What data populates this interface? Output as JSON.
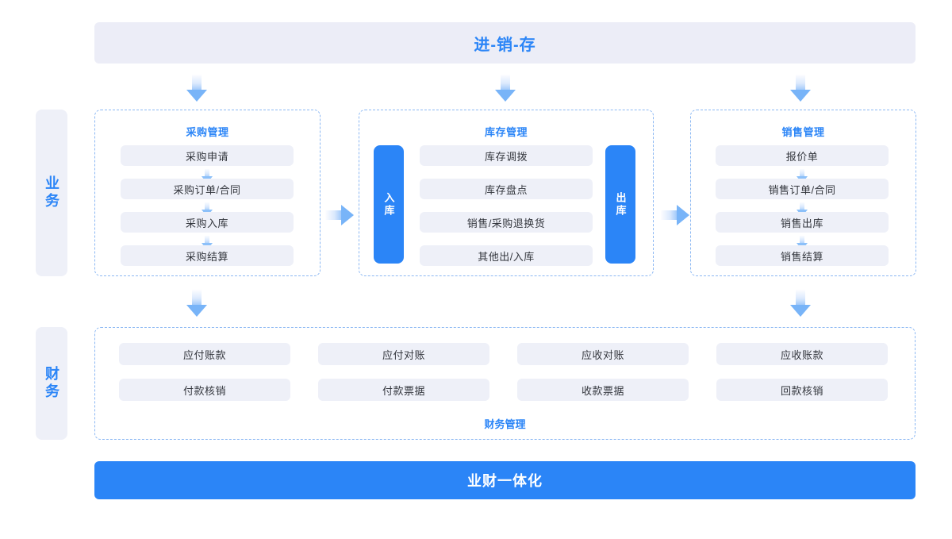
{
  "banner": {
    "title": "进-销-存",
    "accent_color": "#2b85f7",
    "background_color": "#ecedf7"
  },
  "footer_banner": {
    "title": "业财一体化",
    "background_color": "#2b85f7",
    "text_color": "#ffffff"
  },
  "side_labels": {
    "business": "业务",
    "finance": "财务"
  },
  "groups": {
    "purchase": {
      "title": "采购管理",
      "items": [
        {
          "label": "采购申请"
        },
        {
          "label": "采购订单/合同"
        },
        {
          "label": "采购入库"
        },
        {
          "label": "采购结算"
        }
      ]
    },
    "inventory": {
      "title": "库存管理",
      "in_bar": "入库",
      "out_bar": "出库",
      "items": [
        {
          "label": "库存调拨"
        },
        {
          "label": "库存盘点"
        },
        {
          "label": "销售/采购退换货"
        },
        {
          "label": "其他出/入库"
        }
      ]
    },
    "sales": {
      "title": "销售管理",
      "items": [
        {
          "label": "报价单"
        },
        {
          "label": "销售订单/合同"
        },
        {
          "label": "销售出库"
        },
        {
          "label": "销售结算"
        }
      ]
    },
    "finance": {
      "title": "财务管理",
      "items": [
        {
          "label": "应付账款"
        },
        {
          "label": "应付对账"
        },
        {
          "label": "应收对账"
        },
        {
          "label": "应收账款"
        },
        {
          "label": "付款核销"
        },
        {
          "label": "付款票据"
        },
        {
          "label": "收款票据"
        },
        {
          "label": "回款核销"
        }
      ]
    }
  }
}
